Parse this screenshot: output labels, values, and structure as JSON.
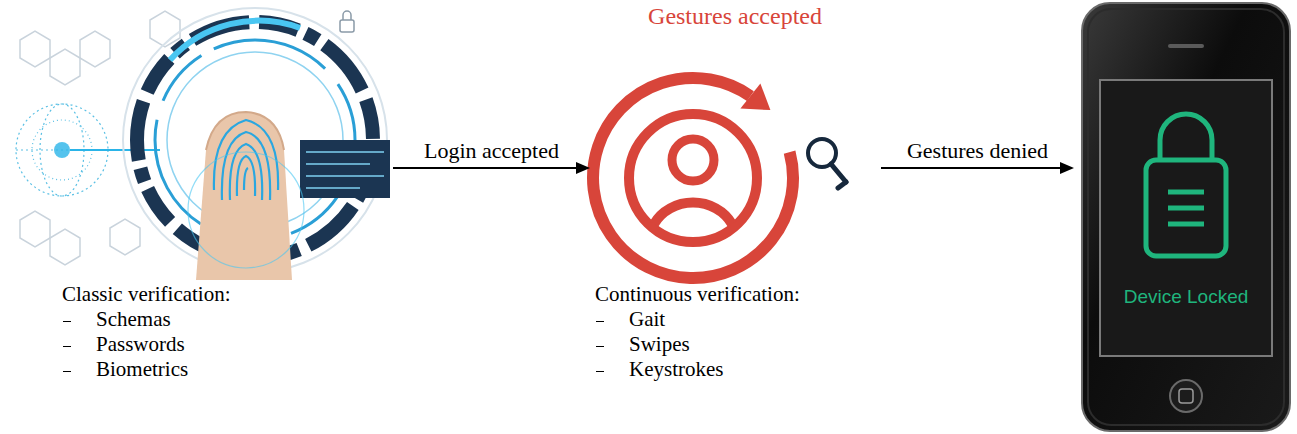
{
  "diagram": {
    "nodes": [
      {
        "text": [
          "Classic verification:",
          "Schemas",
          "Passwords",
          "Biometrics"
        ]
      },
      {
        "text": [
          "Gestures accepted",
          "Continuous verification:",
          "Gait",
          "Swipes",
          "Keystrokes"
        ]
      },
      {
        "text": [
          "Device Locked"
        ]
      }
    ],
    "edges": [
      {
        "from": 0,
        "to": 1,
        "arrow": "to",
        "label": "Login accepted"
      },
      {
        "from": 1,
        "to": 2,
        "arrow": "to",
        "label": "Gestures denied"
      }
    ]
  }
}
